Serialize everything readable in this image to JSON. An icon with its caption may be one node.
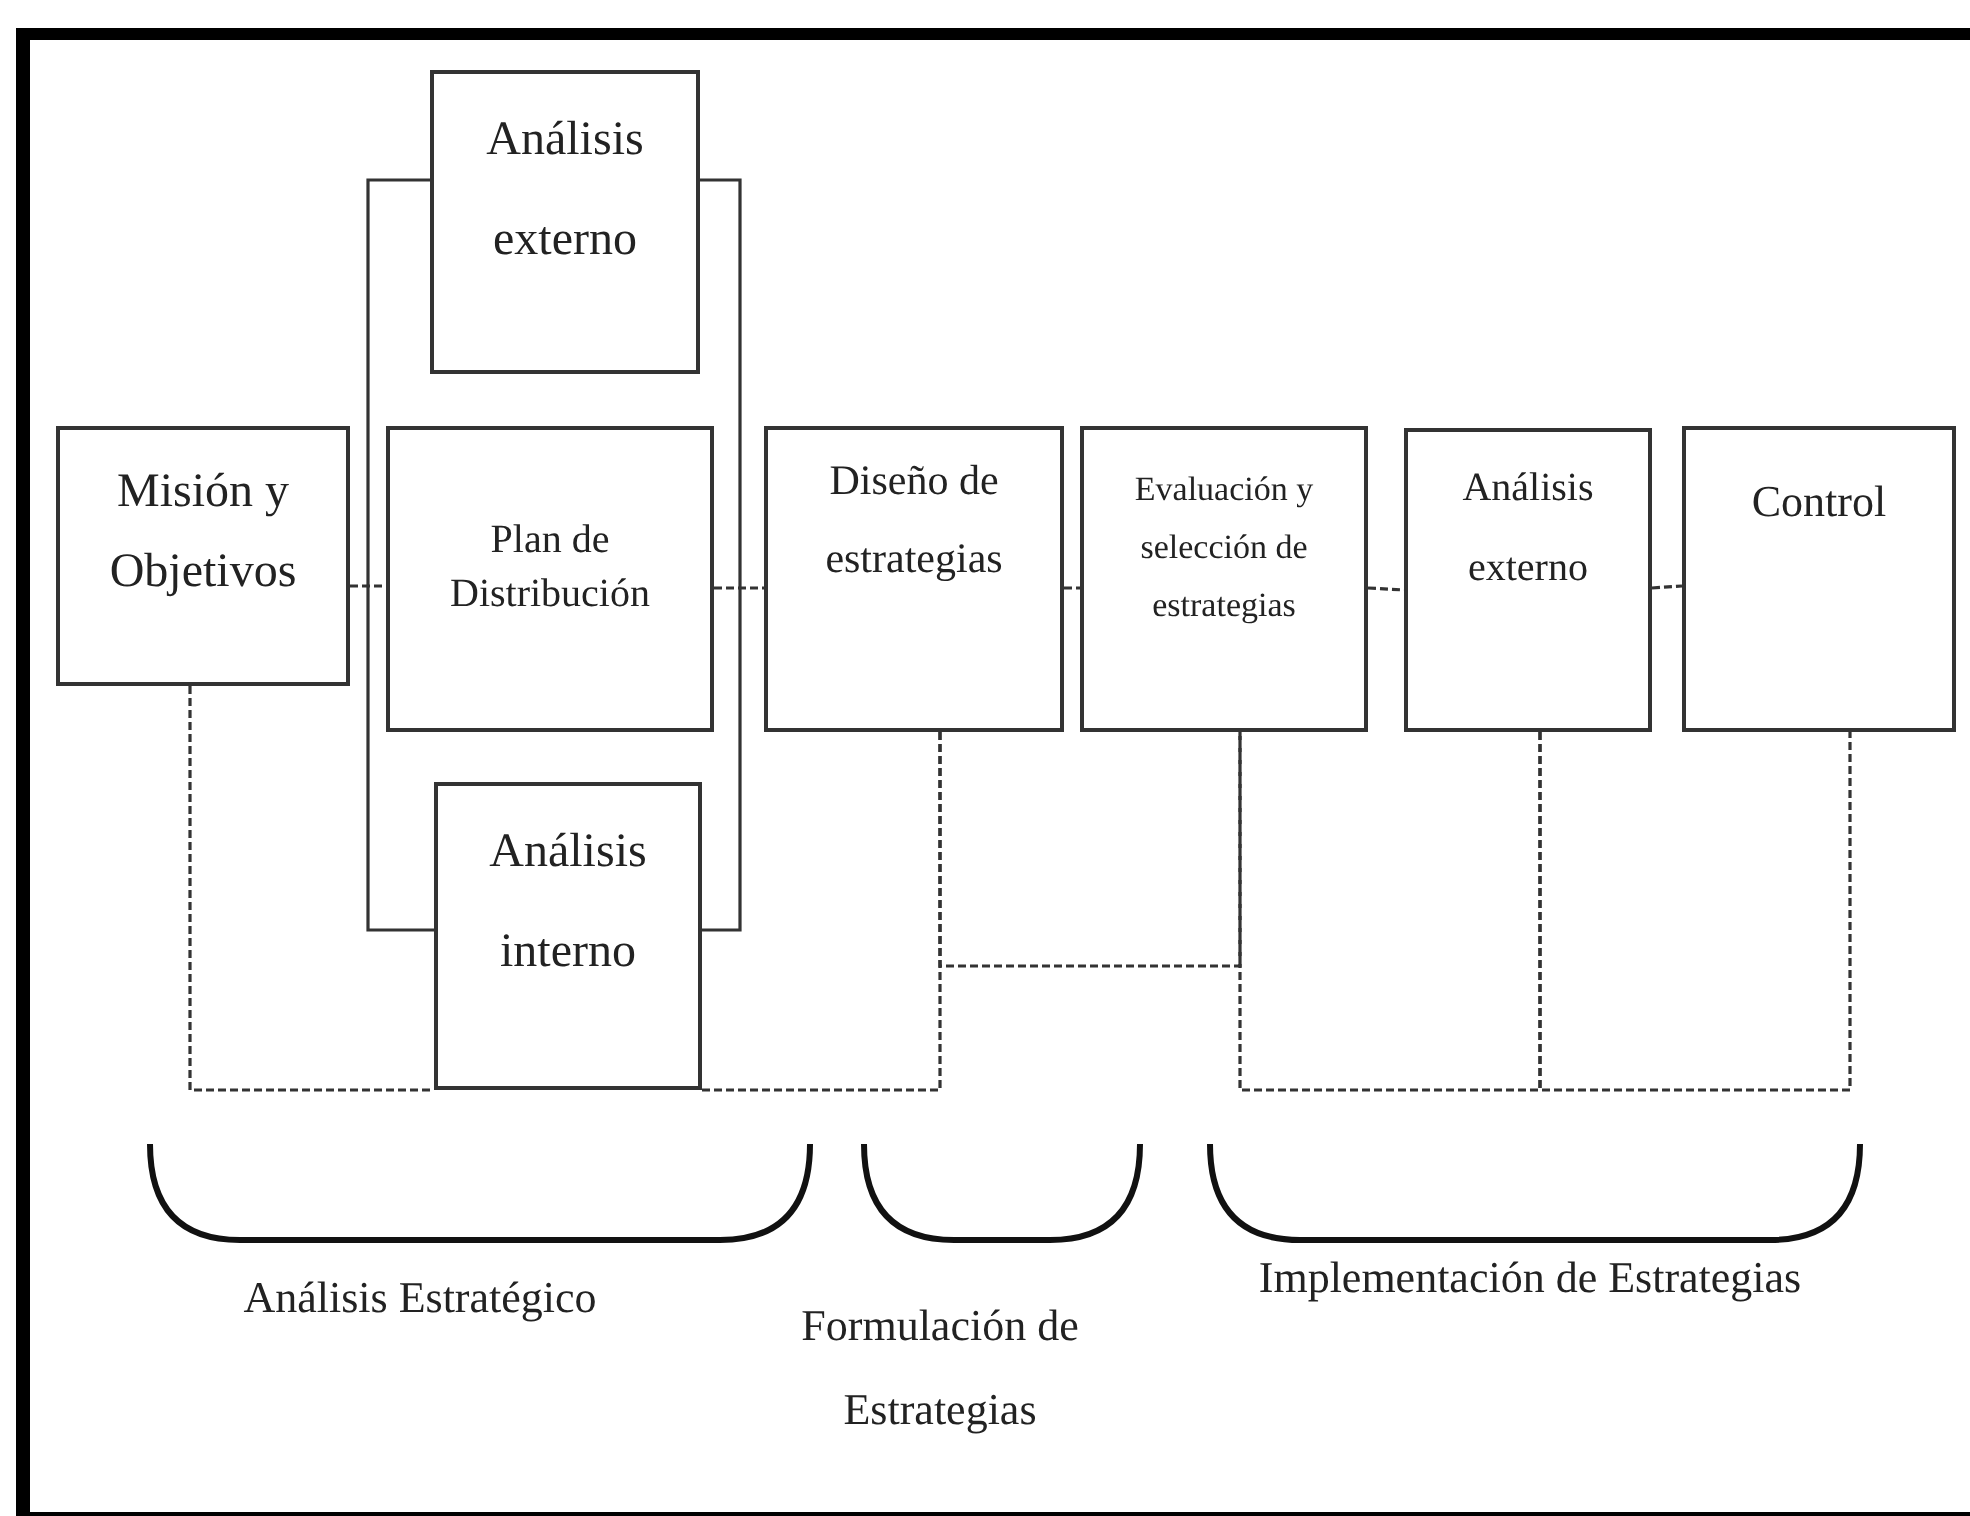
{
  "diagram": {
    "nodes": [
      {
        "text": [
          "Misión y Objetivos"
        ]
      },
      {
        "text": [
          "Análisis externo"
        ]
      },
      {
        "text": [
          "Plan de Distribución"
        ]
      },
      {
        "text": [
          "Análisis interno"
        ]
      },
      {
        "text": [
          "Diseño de estrategias"
        ]
      },
      {
        "text": [
          "Evaluación y selección de estrategias"
        ]
      },
      {
        "text": [
          "Análisis externo"
        ]
      },
      {
        "text": [
          "Control"
        ]
      }
    ],
    "edges": [
      {
        "from": 1,
        "to": 3,
        "arrow": "none"
      },
      {
        "from": 1,
        "to": 3,
        "arrow": "none"
      },
      {
        "from": 0,
        "to": 2,
        "arrow": "none",
        "style": "dashed"
      },
      {
        "from": 2,
        "to": 4,
        "arrow": "none",
        "style": "dashed"
      },
      {
        "from": 4,
        "to": 5,
        "arrow": "none",
        "style": "dashed"
      },
      {
        "from": 5,
        "to": 6,
        "arrow": "none",
        "style": "dashed"
      },
      {
        "from": 6,
        "to": 7,
        "arrow": "none",
        "style": "dashed"
      },
      {
        "from": 0,
        "to": 3,
        "arrow": "none",
        "style": "dashed"
      },
      {
        "from": 3,
        "to": 4,
        "arrow": "none",
        "style": "dashed"
      },
      {
        "from": 4,
        "to": 5,
        "arrow": "none",
        "style": "dashed"
      },
      {
        "from": 5,
        "to": 6,
        "arrow": "none",
        "style": "dashed"
      },
      {
        "from": 6,
        "to": 7,
        "arrow": "none",
        "style": "dashed"
      }
    ],
    "labels": [
      "Análisis Estratégico",
      "Formulación de Estrategias",
      "Implementación de Estrategias"
    ]
  }
}
